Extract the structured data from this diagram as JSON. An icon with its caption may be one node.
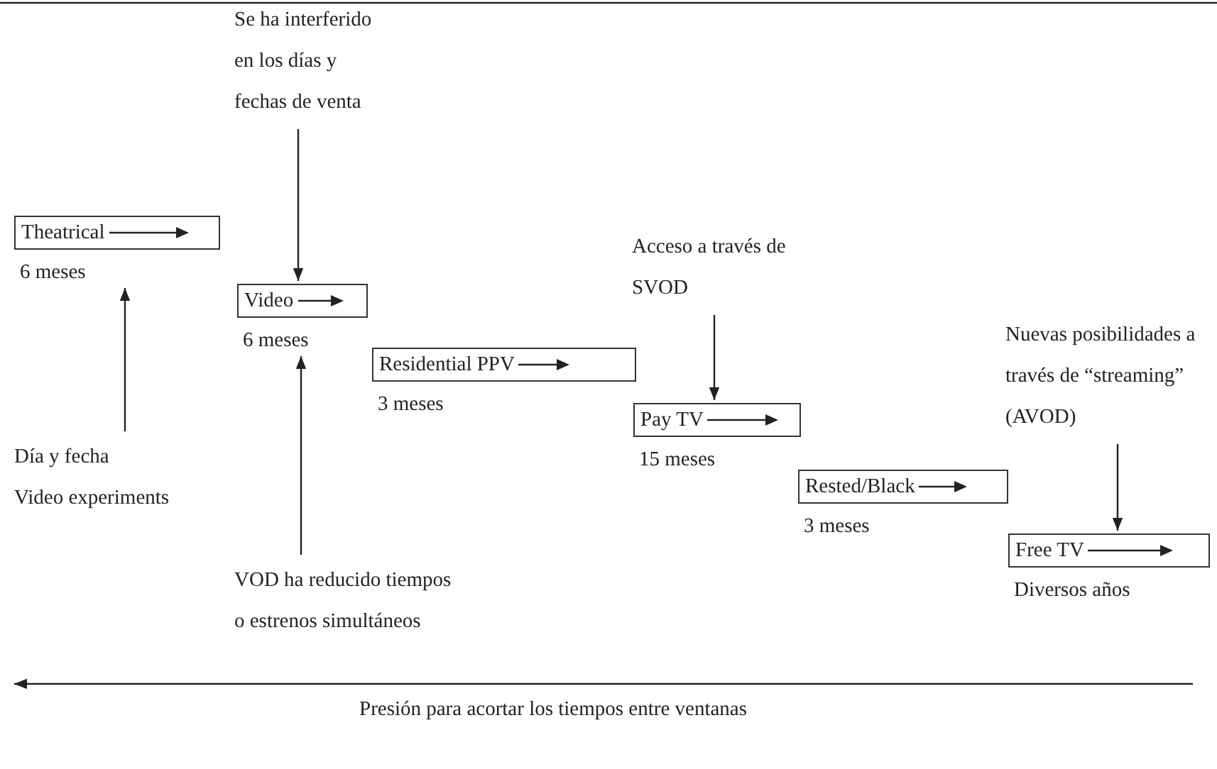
{
  "diagram": {
    "nodes": [
      {
        "text": [
          "Theatrical"
        ],
        "beside": [
          "6 meses"
        ]
      },
      {
        "text": [
          "Video"
        ],
        "beside": [
          "6 meses"
        ]
      },
      {
        "text": [
          "Residential PPV"
        ],
        "beside": [
          "3 meses"
        ]
      },
      {
        "text": [
          "Pay TV"
        ],
        "beside": [
          "15 meses"
        ]
      },
      {
        "text": [
          "Rested/Black"
        ],
        "beside": [
          "3 meses"
        ]
      },
      {
        "text": [
          "Free TV"
        ],
        "beside": [
          "Diversos años"
        ]
      },
      {
        "text": [
          "Se ha interferido en los días y fechas de venta"
        ]
      },
      {
        "text": [
          "Día y fecha",
          "Video experiments"
        ]
      },
      {
        "text": [
          "VOD ha reducido tiempos o estrenos simultáneos"
        ]
      },
      {
        "text": [
          "Acceso a través de SVOD"
        ]
      },
      {
        "text": [
          "Nuevas posibilidades a través de “streaming” (AVOD)"
        ]
      }
    ],
    "edges": [
      {
        "from": 6,
        "to": 1,
        "arrow": "to"
      },
      {
        "from": 7,
        "to": 0,
        "arrow": "to"
      },
      {
        "from": 8,
        "to": 1,
        "arrow": "to"
      },
      {
        "from": 9,
        "to": 3,
        "arrow": "to"
      },
      {
        "from": 10,
        "to": 5,
        "arrow": "to"
      }
    ],
    "labels": [
      "Presión para acortar los tiempos entre ventanas"
    ]
  }
}
